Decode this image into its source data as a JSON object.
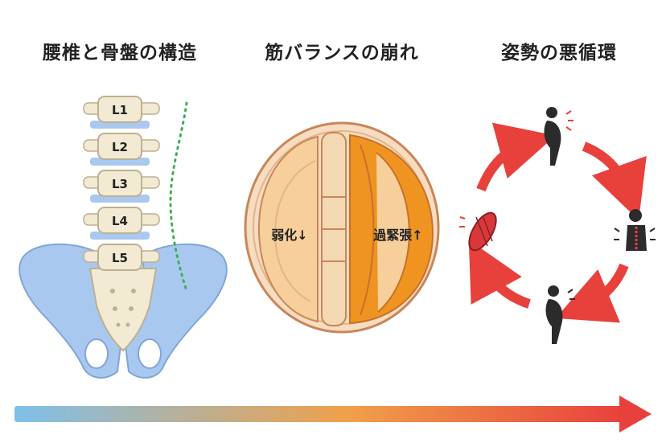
{
  "titles": {
    "spine": "腰椎と骨盤の構造",
    "muscle": "筋バランスの崩れ",
    "cycle": "姿勢の悪循環"
  },
  "vertebrae": [
    "L1",
    "L2",
    "L3",
    "L4",
    "L5"
  ],
  "muscle_labels": {
    "weak": "弱化↓",
    "tight": "過緊張↑"
  },
  "colors": {
    "pelvis": "#a9c8ef",
    "bone": "#f3ead4",
    "muscle_tight": "#ef9420",
    "muscle_weak": "#f6cf9b",
    "arrow_red": "#e8413c",
    "gradient_start": "#7ec0ea",
    "gradient_end": "#e8413c"
  }
}
